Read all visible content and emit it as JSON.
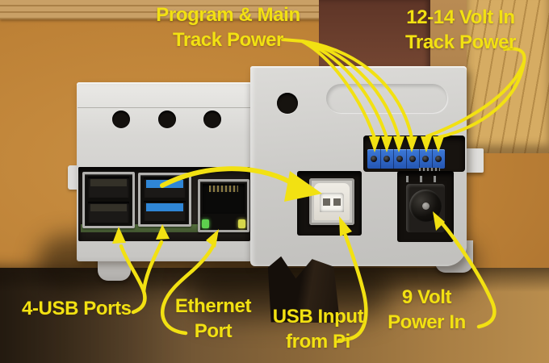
{
  "annotations": {
    "program_main": {
      "line1": "Program & Main",
      "line2": "Track Power"
    },
    "track_power_in": {
      "line1": "12-14 Volt In",
      "line2": "Track Power"
    },
    "usb_ports": {
      "label": "4-USB Ports"
    },
    "ethernet": {
      "line1": "Ethernet",
      "line2": "Port"
    },
    "usb_input": {
      "line1": "USB Input",
      "line2": "from Pi"
    },
    "nine_volt": {
      "line1": "9 Volt",
      "line2": "Power In"
    }
  },
  "colors": {
    "annotation_yellow": "#f2e112",
    "case_gray": "#d4d3d0",
    "terminal_block_blue": "#2a63c4",
    "usb3_blue": "#2f86d6",
    "pcb_green": "#4d6438",
    "wood_surface": "#bd8136"
  }
}
